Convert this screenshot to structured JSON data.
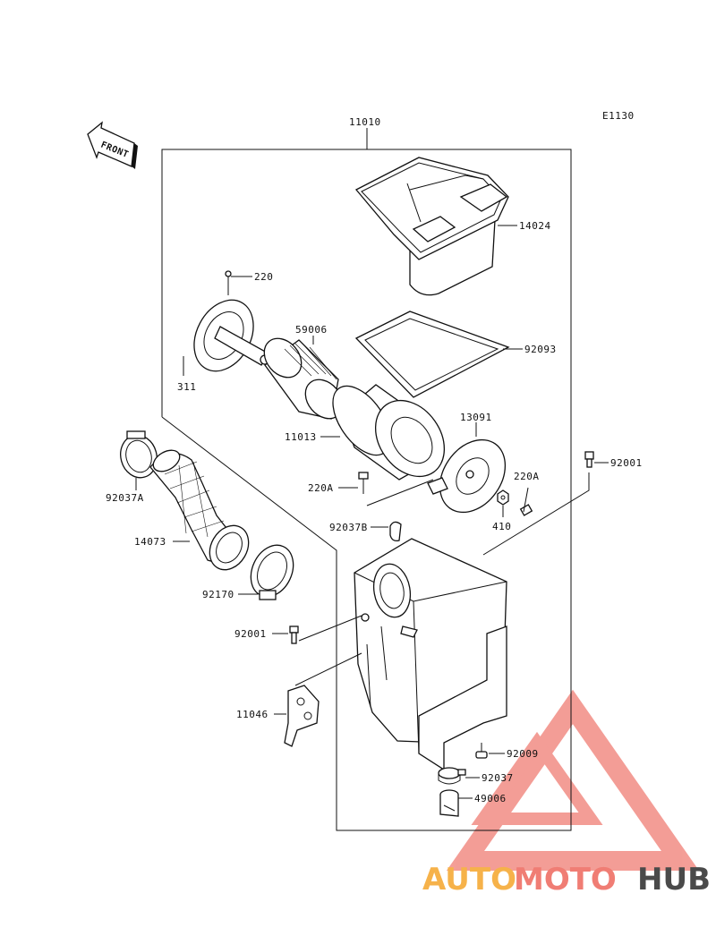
{
  "diagram_code": "E1130",
  "front_label": "FRONT",
  "parts": {
    "assembly": "11010",
    "cover": "14024",
    "screw_220": "220",
    "holder": "59006",
    "screw_311": "311",
    "gasket": "92093",
    "element": "11013",
    "plate": "13091",
    "screw_220a_left": "220A",
    "screw_220a_right": "220A",
    "bolt_top": "92001",
    "clamp_a": "92037A",
    "duct": "14073",
    "clip_b": "92037B",
    "nut_410": "410",
    "clamp_92170": "92170",
    "bolt_mid": "92001",
    "bracket": "11046",
    "bolt_92009": "92009",
    "clamp_92037": "92037",
    "drain_cap": "49006"
  },
  "watermark": {
    "part1": "AUTO",
    "part2": "MOTO",
    "part3": "HUB",
    "color_auto": "#f6b24a",
    "color_moto": "#f07d74",
    "color_hub": "#4a4a4a"
  }
}
